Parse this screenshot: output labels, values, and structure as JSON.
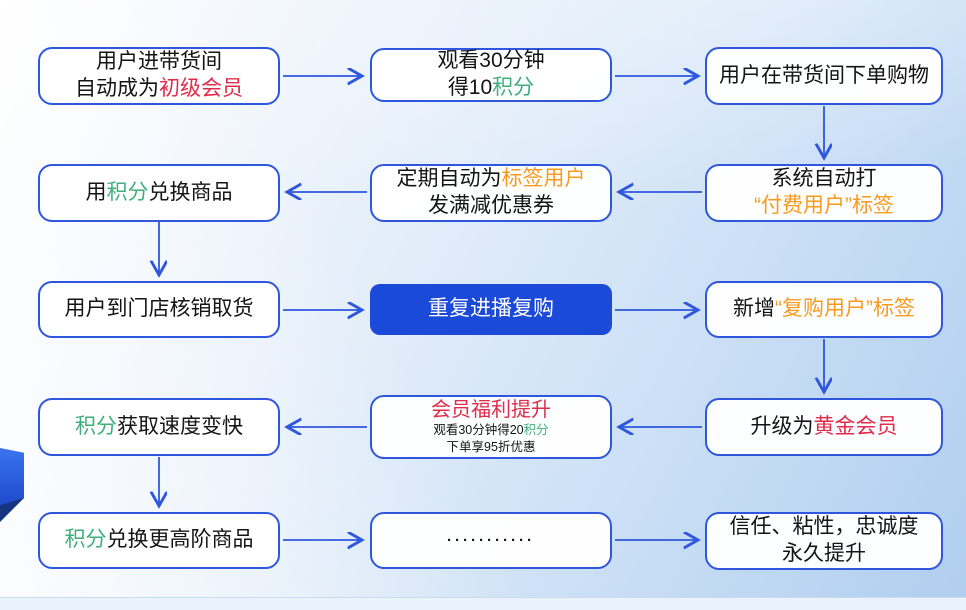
{
  "slide": {
    "type": "flowchart",
    "colors": {
      "node_border_blue": "#2e57de",
      "highlight_fill_blue": "#1b49d8",
      "arrow_blue": "#2e57de",
      "red": "#e02b4a",
      "green": "#3fae7c",
      "orange": "#f79a1e"
    },
    "nodes": {
      "enter_room": {
        "l1": "用户进带货间",
        "l2a": "自动成为",
        "l2b": "初级会员"
      },
      "watch_points": {
        "l1": "观看30分钟",
        "l2a": "得10",
        "l2b": "积分"
      },
      "order_in_room": {
        "l1": "用户在带货间下单购物"
      },
      "system_tag": {
        "l1": "系统自动打",
        "l2": "“付费用户”标签"
      },
      "auto_coupon": {
        "l1a": "定期自动为",
        "l1b": "标签用户",
        "l2": "发满减优惠券"
      },
      "redeem_goods": {
        "l1a": "用",
        "l1b": "积分",
        "l1c": "兑换商品"
      },
      "store_pickup": {
        "l1": "用户到门店核销取货"
      },
      "repeat_repurchase": {
        "l1": "重复进播复购"
      },
      "repurchase_tag": {
        "l1a": "新增",
        "l1b": "“复购用户”标签"
      },
      "upgrade_gold": {
        "l1a": "升级为",
        "l1b": "黄金会员"
      },
      "benefits": {
        "title": "会员福利提升",
        "s1a": "观看30分钟得20",
        "s1b": "积分",
        "s2": "下单享95折优惠"
      },
      "points_faster": {
        "l1a": "积分",
        "l1b": "获取速度变快"
      },
      "redeem_higher": {
        "l1a": "积分",
        "l1b": "兑换更高阶商品"
      },
      "ellipsis": {
        "l1": "···········"
      },
      "trust_loyalty": {
        "l1": "信任、粘性，忠诚度",
        "l2": "永久提升"
      }
    }
  }
}
